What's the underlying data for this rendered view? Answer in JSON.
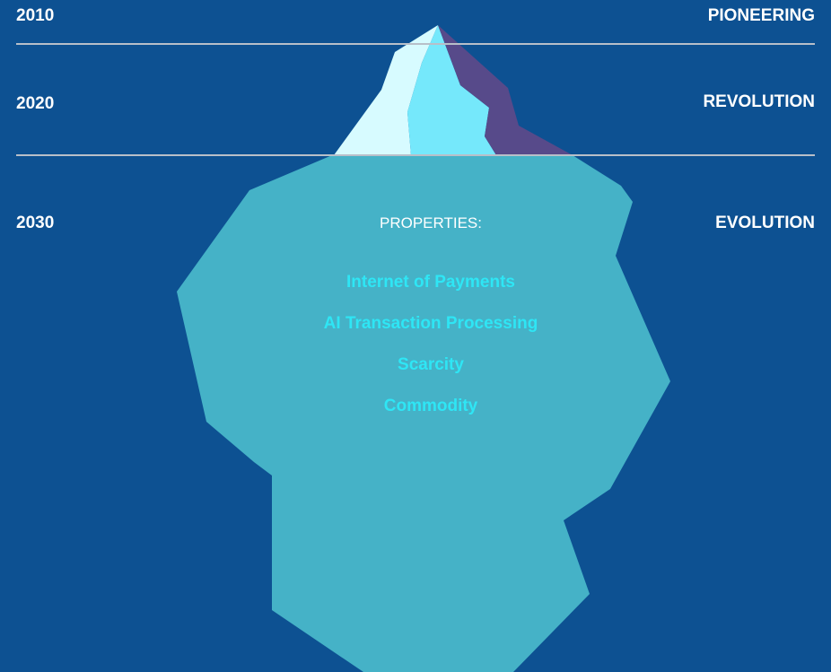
{
  "timeline": [
    {
      "year": "2010",
      "era": "PIONEERING"
    },
    {
      "year": "2020",
      "era": "REVOLUTION"
    },
    {
      "year": "2030",
      "era": "EVOLUTION"
    }
  ],
  "properties": {
    "heading": "PROPERTIES:",
    "items": [
      "Internet of Payments",
      "AI Transaction Processing",
      "Scarcity",
      "Commodity"
    ]
  },
  "colors": {
    "background": "#0d5192",
    "underwater": "#45b2c7",
    "tip_light": "#d7fbff",
    "tip_mid": "#75e8fb",
    "tip_shadow": "#574a8a",
    "property_text": "#2ee6f5",
    "divider": "#b8bfc9"
  }
}
